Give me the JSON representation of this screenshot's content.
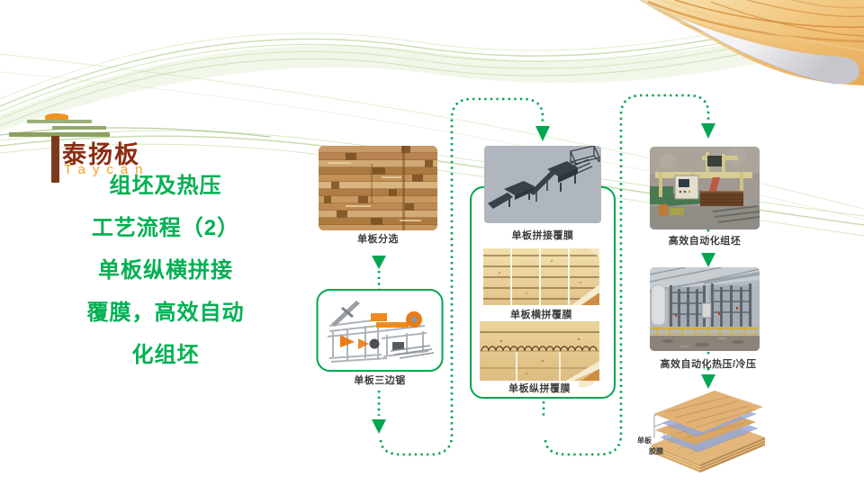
{
  "logo": {
    "brand_cn": "泰扬板",
    "brand_en": "Taycan"
  },
  "title": {
    "lines": [
      "组坯及热压",
      "工艺流程（2）",
      "单板纵横拼接",
      "覆膜，高效自动",
      "化组坯"
    ]
  },
  "flow": {
    "step1_label": "单板分选",
    "step2_label": "单板三边锯",
    "step3_label": "单板拼接覆膜",
    "step4_label": "单板横拼覆膜",
    "step5_label": "单板纵拼覆膜",
    "step6_label": "高效自动化组坯",
    "step7_label": "高效自动化热压/冷压"
  },
  "board_diagram": {
    "veneer_label": "单板",
    "film_label": "胶膜"
  },
  "colors": {
    "accent_green": "#00A651",
    "title_green": "#00B052",
    "brand_brown": "#8C2E14",
    "brand_orange": "#F5A01B"
  }
}
